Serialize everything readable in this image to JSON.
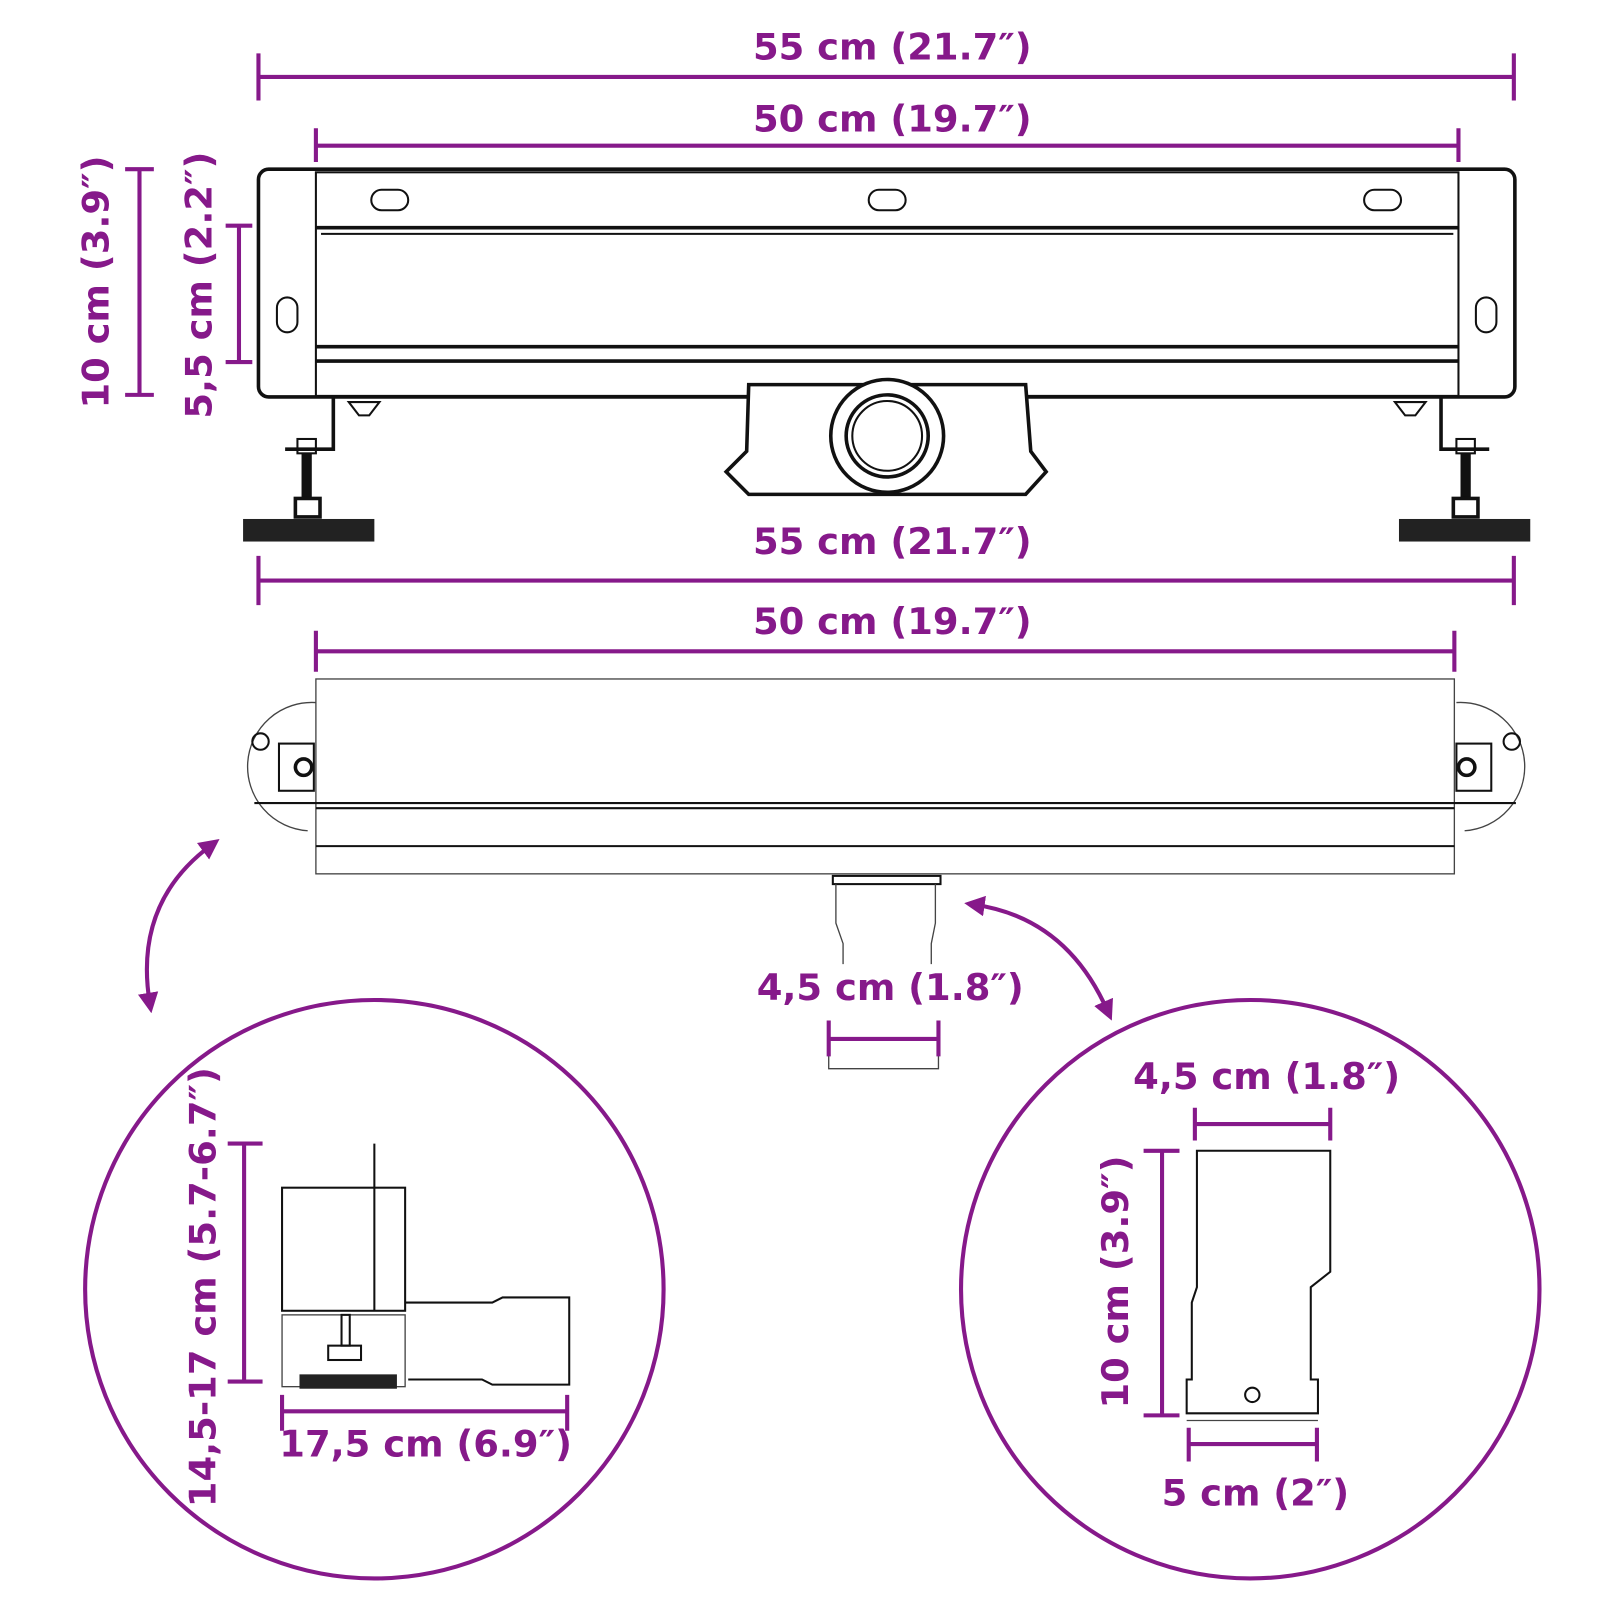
{
  "colors": {
    "dimension": "#86198a",
    "drawing": "#111111",
    "background": "#ffffff"
  },
  "top_view": {
    "overall_length": "55 cm (21.7″)",
    "channel_length": "50 cm (19.7″)",
    "total_height": "10 cm (3.9″)",
    "channel_height": "5,5 cm (2.2″)"
  },
  "side_view": {
    "overall_length": "55 cm (21.7″)",
    "channel_length": "50 cm (19.7″)",
    "outlet_diameter": "4,5 cm (1.8″)"
  },
  "detail_left": {
    "height_range": "14,5-17 cm (5.7-6.7″)",
    "depth": "17,5 cm (6.9″)"
  },
  "detail_right": {
    "top_width": "4,5 cm (1.8″)",
    "height": "10 cm (3.9″)",
    "bottom_width": "5 cm (2″)"
  }
}
